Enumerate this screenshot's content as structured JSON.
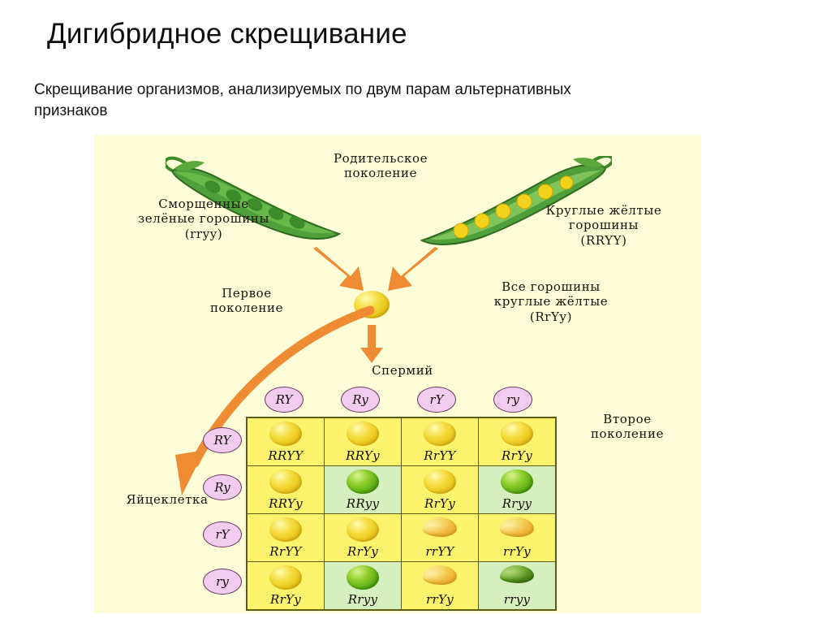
{
  "slide": {
    "title": "Дигибридное скрещивание",
    "subtitle": "Скрещивание организмов, анализируемых по двум парам альтернативных признаков"
  },
  "diagram": {
    "background_color": "#fdfdd8",
    "labels": {
      "parental_generation": "Родительское\nпоколение",
      "left_pod": "Сморщенные\nзелёные горошины\n(rryy)",
      "right_pod": "Круглые жёлтые\nгорошины\n(RRYY)",
      "first_generation": "Первое\nпоколение",
      "first_generation_desc": "Все горошины\nкруглые жёлтые\n(RrYy)",
      "sperm": "Спермий",
      "egg": "Яйцеклетка",
      "second_generation": "Второе\nпоколение"
    },
    "arrow_color": "#ef8b33",
    "gamete_oval_color": "#f2ccef",
    "punnett": {
      "column_gametes": [
        "RY",
        "Ry",
        "rY",
        "ry"
      ],
      "row_gametes": [
        "RY",
        "Ry",
        "rY",
        "ry"
      ],
      "cell_yellow_color": "#fbf36b",
      "cell_green_color": "#d6efbe",
      "rows": [
        [
          {
            "genotype": "RRYY",
            "pea": "round-yellow",
            "bg": "yellow"
          },
          {
            "genotype": "RRYy",
            "pea": "round-yellow",
            "bg": "yellow"
          },
          {
            "genotype": "RrYY",
            "pea": "round-yellow",
            "bg": "yellow"
          },
          {
            "genotype": "RrYy",
            "pea": "round-yellow",
            "bg": "yellow"
          }
        ],
        [
          {
            "genotype": "RRYy",
            "pea": "round-yellow",
            "bg": "yellow"
          },
          {
            "genotype": "RRyy",
            "pea": "round-green",
            "bg": "green"
          },
          {
            "genotype": "RrYy",
            "pea": "round-yellow",
            "bg": "yellow"
          },
          {
            "genotype": "Rryy",
            "pea": "round-green",
            "bg": "green"
          }
        ],
        [
          {
            "genotype": "RrYY",
            "pea": "round-yellow",
            "bg": "yellow"
          },
          {
            "genotype": "RrYy",
            "pea": "round-yellow",
            "bg": "yellow"
          },
          {
            "genotype": "rrYY",
            "pea": "wrinkled-yellow",
            "bg": "yellow"
          },
          {
            "genotype": "rrYy",
            "pea": "wrinkled-yellow",
            "bg": "yellow"
          }
        ],
        [
          {
            "genotype": "RrYy",
            "pea": "round-yellow",
            "bg": "yellow"
          },
          {
            "genotype": "Rryy",
            "pea": "round-green",
            "bg": "green"
          },
          {
            "genotype": "rrYy",
            "pea": "wrinkled-yellow",
            "bg": "yellow"
          },
          {
            "genotype": "rryy",
            "pea": "wrinkled-green",
            "bg": "green"
          }
        ]
      ]
    }
  }
}
